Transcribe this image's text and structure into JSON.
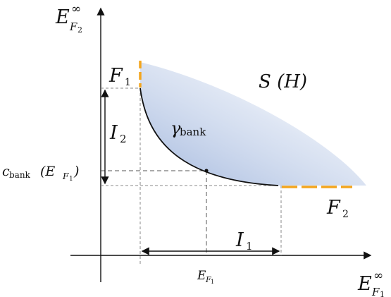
{
  "labels": {
    "y_axis_main": "E",
    "y_axis_sup": "∞",
    "y_axis_sub": "F",
    "y_axis_sub_index": "2",
    "x_axis_main": "E",
    "x_axis_sup": "∞",
    "x_axis_sub": "F",
    "x_axis_sub_index": "1",
    "f1_main": "F",
    "f1_index": "1",
    "f2_main": "F",
    "f2_index": "2",
    "region": "S (H)",
    "gamma_main": "γ",
    "gamma_sub": "bank",
    "i1_main": "I",
    "i1_index": "1",
    "i2_main": "I",
    "i2_index": "2",
    "c_bank_main": "c",
    "c_bank_sub": "bank",
    "c_bank_arg": "(E",
    "c_bank_arg_sub": "F",
    "c_bank_arg_idx": "1",
    "c_bank_close": ")",
    "ef1_main": "E",
    "ef1_sub": "F",
    "ef1_idx": "1"
  },
  "colors": {
    "frontier_orange": "#f3a51e",
    "gradient_blue": "#9db3db",
    "axis": "#111111"
  }
}
